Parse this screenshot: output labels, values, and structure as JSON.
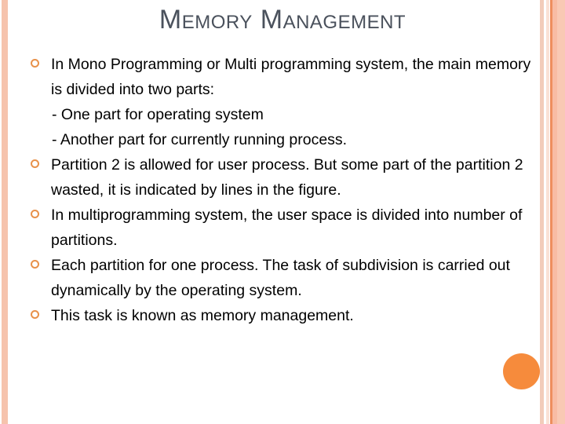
{
  "slide": {
    "title": "Memory Management",
    "title_color": "#4A515C",
    "background_color": "#FFFFFF",
    "accent_color": "#F68B3C",
    "bullet_marker_color": "#E8914A",
    "edge_bar_color": "#F6C3AD"
  },
  "bullets": [
    {
      "marker": "ring-bullet-icon",
      "text": "In  Mono Programming or Multi programming system, the main memory is divided into two parts:",
      "sub_lines": [
        "- One part for operating system",
        "- Another part for currently running process."
      ]
    },
    {
      "marker": "ring-bullet-icon",
      "text": "Partition 2 is allowed for user process. But some part of the partition 2 wasted, it is indicated by lines in the figure.",
      "sub_lines": []
    },
    {
      "marker": "ring-bullet-icon",
      "text": "In multiprogramming system, the user space is divided into number of partitions.",
      "sub_lines": []
    },
    {
      "marker": "ring-bullet-icon",
      "text": "Each partition for one process. The task of subdivision is carried out dynamically by the operating system.",
      "sub_lines": []
    },
    {
      "marker": "ring-bullet-icon",
      "text": "This task is known as memory management.",
      "sub_lines": []
    }
  ],
  "decoration": {
    "left_bars": [
      {
        "name": "left-accent-bar",
        "color": "#F6C3AD"
      }
    ],
    "right_bars": [
      {
        "name": "right-accent-bar-1",
        "color": "#F2CCBA"
      },
      {
        "name": "right-accent-bar-2",
        "color": "#FAE2D6"
      },
      {
        "name": "right-accent-bar-3",
        "color": "#EE8E5E"
      },
      {
        "name": "right-accent-bar-4",
        "color": "#F8BCA4"
      },
      {
        "name": "right-accent-bar-5",
        "color": "#F9C9B4"
      }
    ],
    "circle": {
      "name": "orange-circle-accent",
      "color": "#F68B3C"
    }
  }
}
